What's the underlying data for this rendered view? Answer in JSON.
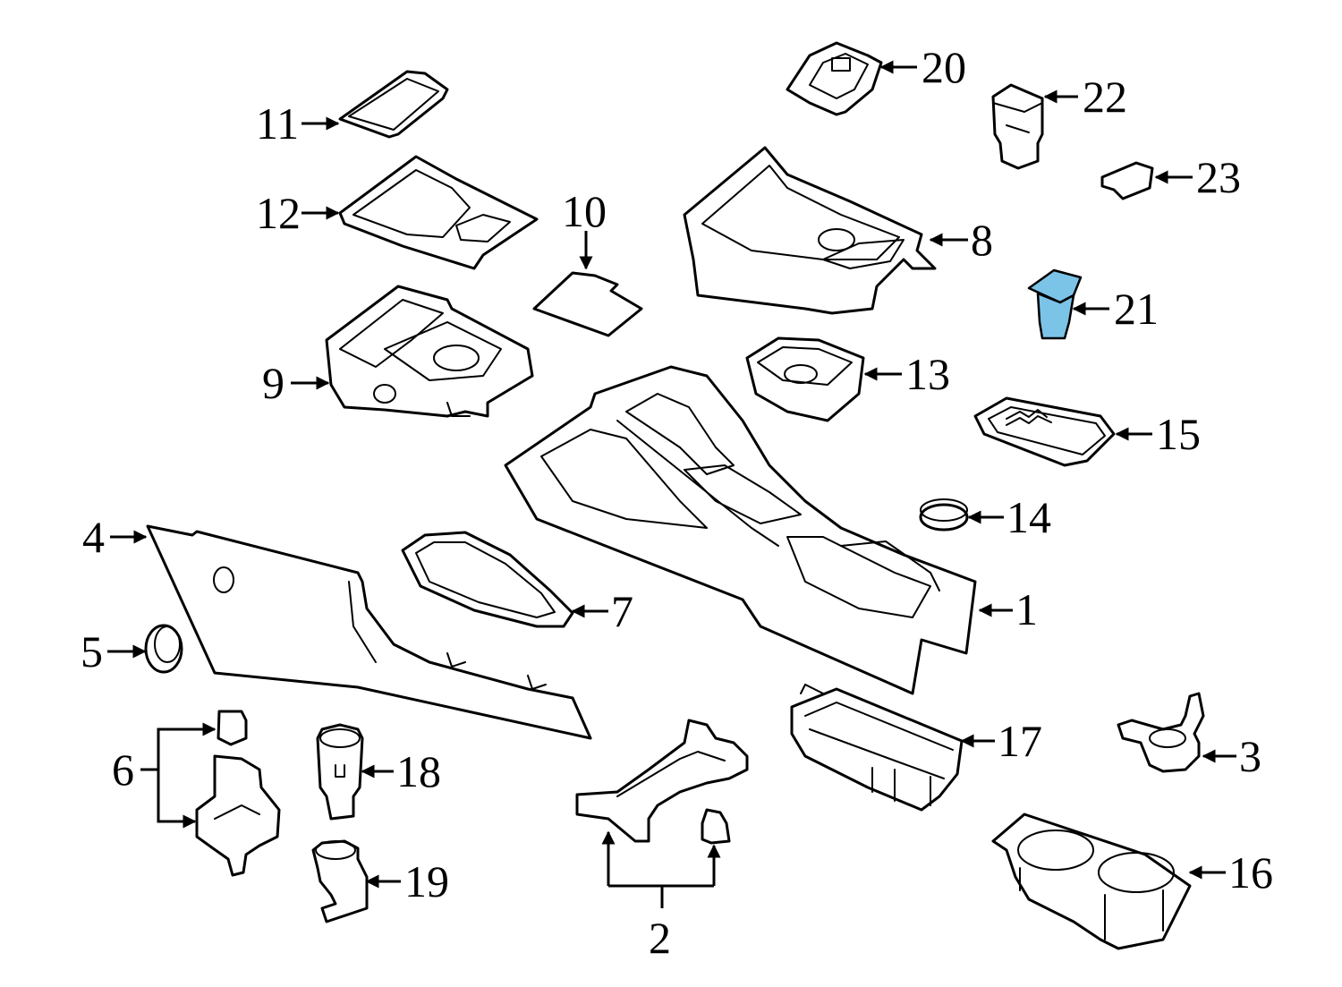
{
  "diagram": {
    "highlight_color": "#7cc3e8",
    "highlighted_part": "21",
    "callouts": {
      "c1": "1",
      "c2": "2",
      "c3": "3",
      "c4": "4",
      "c5": "5",
      "c6": "6",
      "c7": "7",
      "c8": "8",
      "c9": "9",
      "c10": "10",
      "c11": "11",
      "c12": "12",
      "c13": "13",
      "c14": "14",
      "c15": "15",
      "c16": "16",
      "c17": "17",
      "c18": "18",
      "c19": "19",
      "c20": "20",
      "c21": "21",
      "c22": "22",
      "c23": "23"
    }
  }
}
